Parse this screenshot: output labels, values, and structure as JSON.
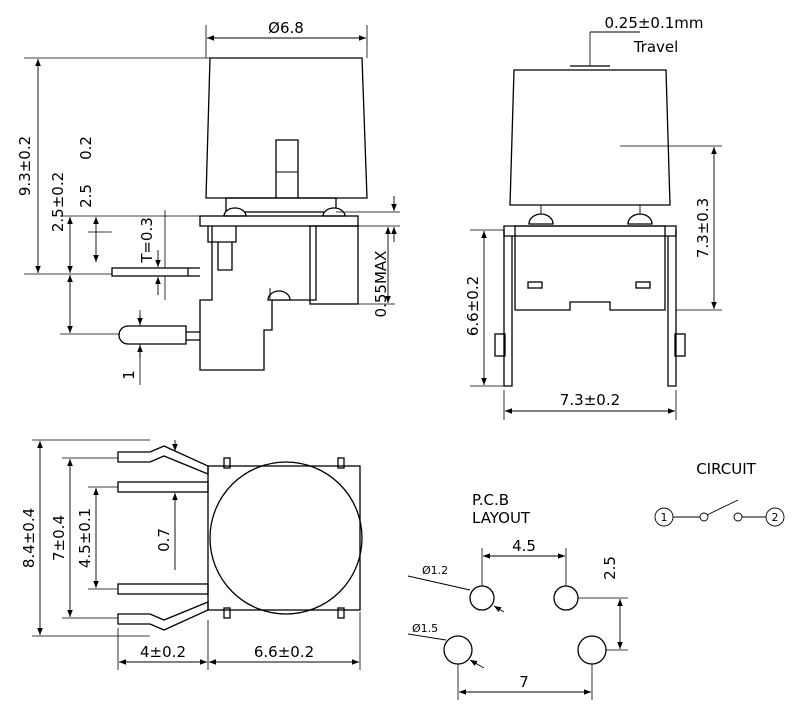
{
  "labels": {
    "top_diameter": "Ø6.8",
    "height_total": "9.3±0.2",
    "height_base": "2.5±0.2",
    "height_step": "2.5",
    "height_step_tol": "0.2",
    "thickness": "T=0.3",
    "gap_max": "0.55MAX",
    "pin_one": "1",
    "travel": "0.25±0.1mm",
    "travel_word": "Travel",
    "height_cap": "7.3±0.3",
    "height_body": "6.6±0.2",
    "width_front": "7.3±0.2",
    "width_total": "8.4±0.4",
    "width_pins": "7±0.4",
    "width_inner": "4.5±0.1",
    "pin_offset": "0.7",
    "pin_length": "4±0.2",
    "body_length": "6.6±0.2",
    "circuit_title": "CIRCUIT",
    "circuit_node1": "1",
    "circuit_node2": "2",
    "pcb_line1": "P.C.B",
    "pcb_line2": "LAYOUT",
    "hole_small": "Ø1.2",
    "hole_large": "Ø1.5",
    "pcb_spacing_x": "4.5",
    "pcb_spacing_y": "2.5",
    "pcb_spacing_total": "7"
  }
}
